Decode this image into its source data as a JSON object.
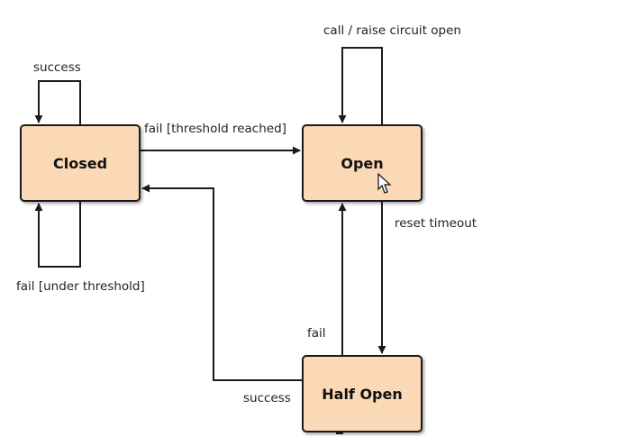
{
  "states": {
    "closed": "Closed",
    "open": "Open",
    "half_open": "Half Open"
  },
  "transitions": {
    "closed_self": "success",
    "closed_to_open": "fail [threshold reached]",
    "closed_self_fail": "fail [under threshold]",
    "open_self": "call / raise circuit open",
    "open_to_half_open": "reset timeout",
    "half_open_to_open": "fail",
    "half_open_to_closed": "success"
  },
  "colors": {
    "state_fill": "#fcd9b6",
    "stroke": "#1a1a1a"
  }
}
